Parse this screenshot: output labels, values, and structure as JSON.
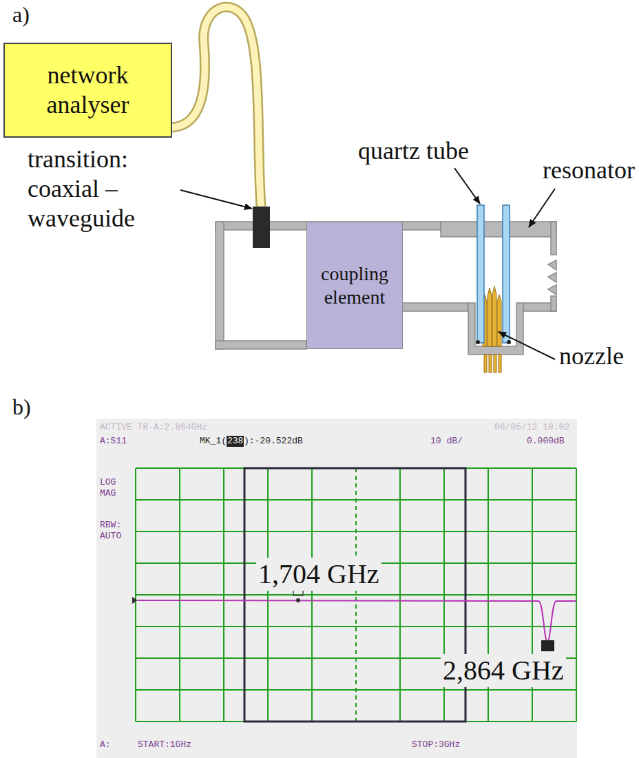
{
  "diagram": {
    "nodes": [
      {
        "text": [
          "network analyser"
        ]
      },
      {
        "text": [
          "coupling element"
        ]
      }
    ],
    "edges": [],
    "labels": [
      "a)",
      "transition: coaxial – waveguide",
      "quartz tube",
      "resonator",
      "nozzle",
      "b)",
      "ACTIVE TR-A:2.864GHz",
      "06/05/12 10:02",
      "A:S11",
      "MK_1(",
      "238",
      "):-20.522dB",
      "10 dB/",
      "0.000dB",
      "LOG MAG",
      "RBW: AUTO",
      "1,704 GHz",
      "2,864 GHz",
      "A:",
      "START:1GHz",
      "STOP:3GHz"
    ]
  }
}
